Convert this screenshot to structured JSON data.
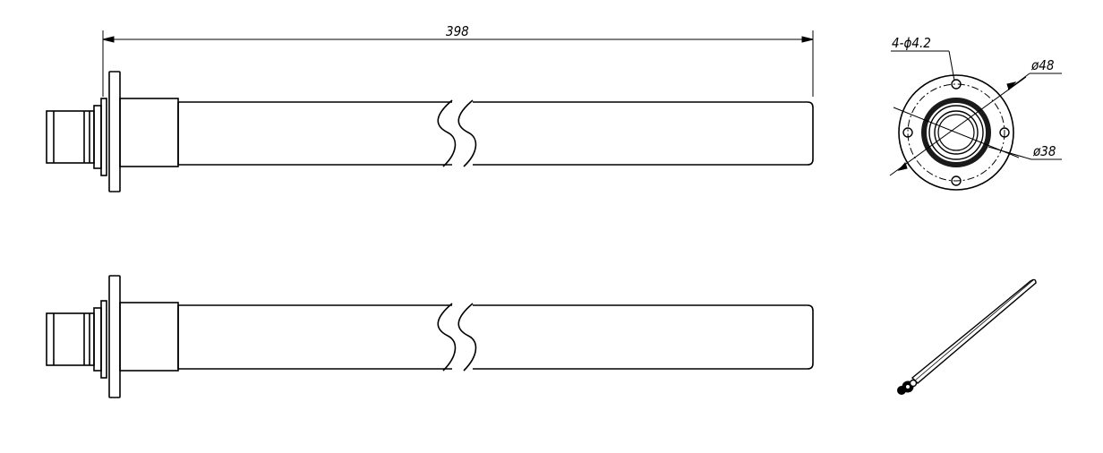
{
  "dimensions": {
    "overall_length": "398",
    "mount_holes": "4-ϕ4.2",
    "flange_outer_diameter": "ø48",
    "bolt_circle_diameter": "ø38"
  },
  "views": [
    "side-view-top",
    "side-view-bottom",
    "end-view-flange",
    "isometric-view"
  ]
}
